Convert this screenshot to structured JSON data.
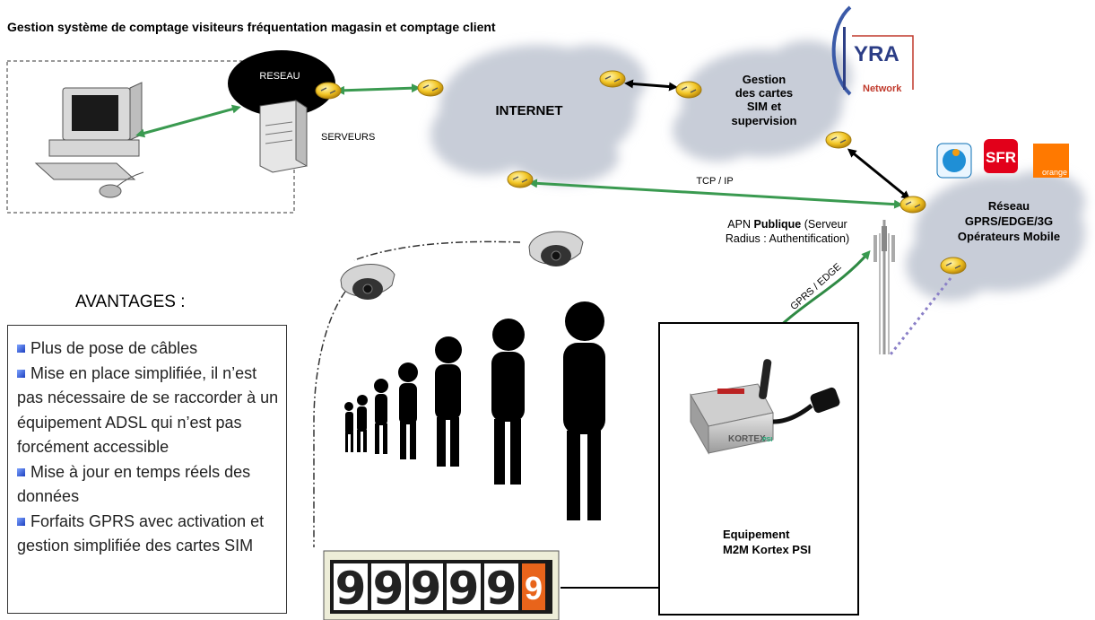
{
  "title": "Gestion système de comptage visiteurs fréquentation magasin et comptage client",
  "labels": {
    "reseau": "RESEAU",
    "serveurs": "SERVEURS",
    "internet": "INTERNET",
    "gestion_line1": "Gestion",
    "gestion_line2": "des cartes",
    "gestion_line3": "SIM et",
    "gestion_line4": "supervision",
    "tcpip": "TCP / IP",
    "apn_prefix": "APN",
    "apn_bold": "Publique",
    "apn_line1_rest": "(Serveur",
    "apn_line2": "Radius : Authentification)",
    "gprs_link": "GPRS / EDGE",
    "mobile_line1": "Réseau",
    "mobile_line2": "GPRS/EDGE/3G",
    "mobile_line3": "Opérateurs Mobile",
    "equipment_line1": "Equipement",
    "equipment_line2": "M2M Kortex PSI",
    "modem_brand": "KORTEX",
    "modem_suffix": "PSI"
  },
  "lyra": {
    "name": "YRA",
    "sub": "Network"
  },
  "operators": {
    "sfr": "SFR",
    "orange": "orange"
  },
  "counter": {
    "digits": [
      "9",
      "9",
      "9",
      "9",
      "9"
    ],
    "last_digit": "9"
  },
  "benefits": {
    "heading": "AVANTAGES :",
    "items": [
      "Plus de pose de câbles",
      "Mise en place simplifiée, il n’est pas nécessaire de se raccorder à un équipement ADSL qui n’est pas forcément accessible",
      "Mise à jour en temps réels des données",
      "Forfaits GPRS avec activation et gestion simplifiée des cartes SIM"
    ]
  },
  "colors": {
    "green_link": "#3a9a50",
    "black_link": "#000000",
    "cloud_fill": "#c8cdd8",
    "router_fill": "#f0c020",
    "dotted_link": "#8a7fc7"
  },
  "icons": [
    "computer-icon",
    "server-icon",
    "router-icon",
    "camera-icon",
    "antenna-tower-icon",
    "modem-icon",
    "person-icon",
    "counter-icon",
    "cloud-icon"
  ]
}
